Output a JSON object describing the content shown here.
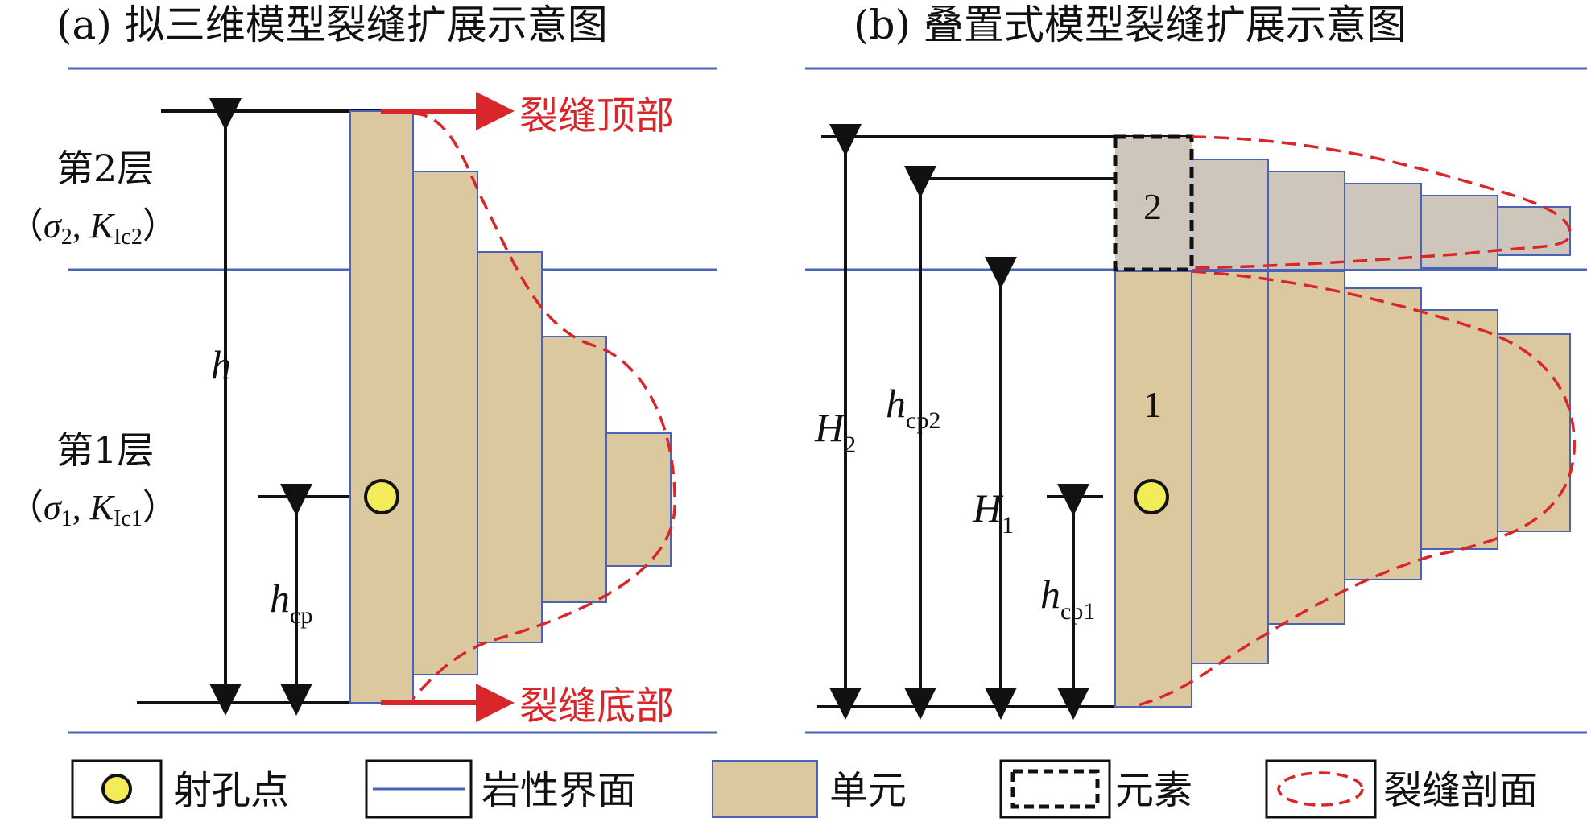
{
  "panel_a": {
    "caption": "(a) 拟三维模型裂缝扩展示意图",
    "layer2": "第2层",
    "layer2_sigma": "σ",
    "layer2_sigma_sub": "2",
    "layer2_k": "K",
    "layer2_k_sub": "Ic2",
    "layer1": "第1层",
    "layer1_sigma": "σ",
    "layer1_sigma_sub": "1",
    "layer1_k": "K",
    "layer1_k_sub": "Ic1",
    "h_label": "h",
    "hcp_label": "h",
    "hcp_sub": "cp",
    "top_label": "裂缝顶部",
    "bottom_label": "裂缝底部"
  },
  "panel_b": {
    "caption": "(b) 叠置式模型裂缝扩展示意图",
    "H2": "H",
    "H2_sub": "2",
    "hcp2": "h",
    "hcp2_sub": "cp2",
    "H1": "H",
    "H1_sub": "1",
    "hcp1": "h",
    "hcp1_sub": "cp1",
    "element2": "2",
    "element1": "1"
  },
  "legend": {
    "perforation": "射孔点",
    "interface": "岩性界面",
    "unit": "单元",
    "element": "元素",
    "profile": "裂缝剖面"
  },
  "colors": {
    "interface": "#4a63b8",
    "fracture": "#d9262a",
    "unit_fill": "#dcc89f",
    "element2_fill": "#cfc6bb",
    "perforation": "#f3ec5a"
  }
}
